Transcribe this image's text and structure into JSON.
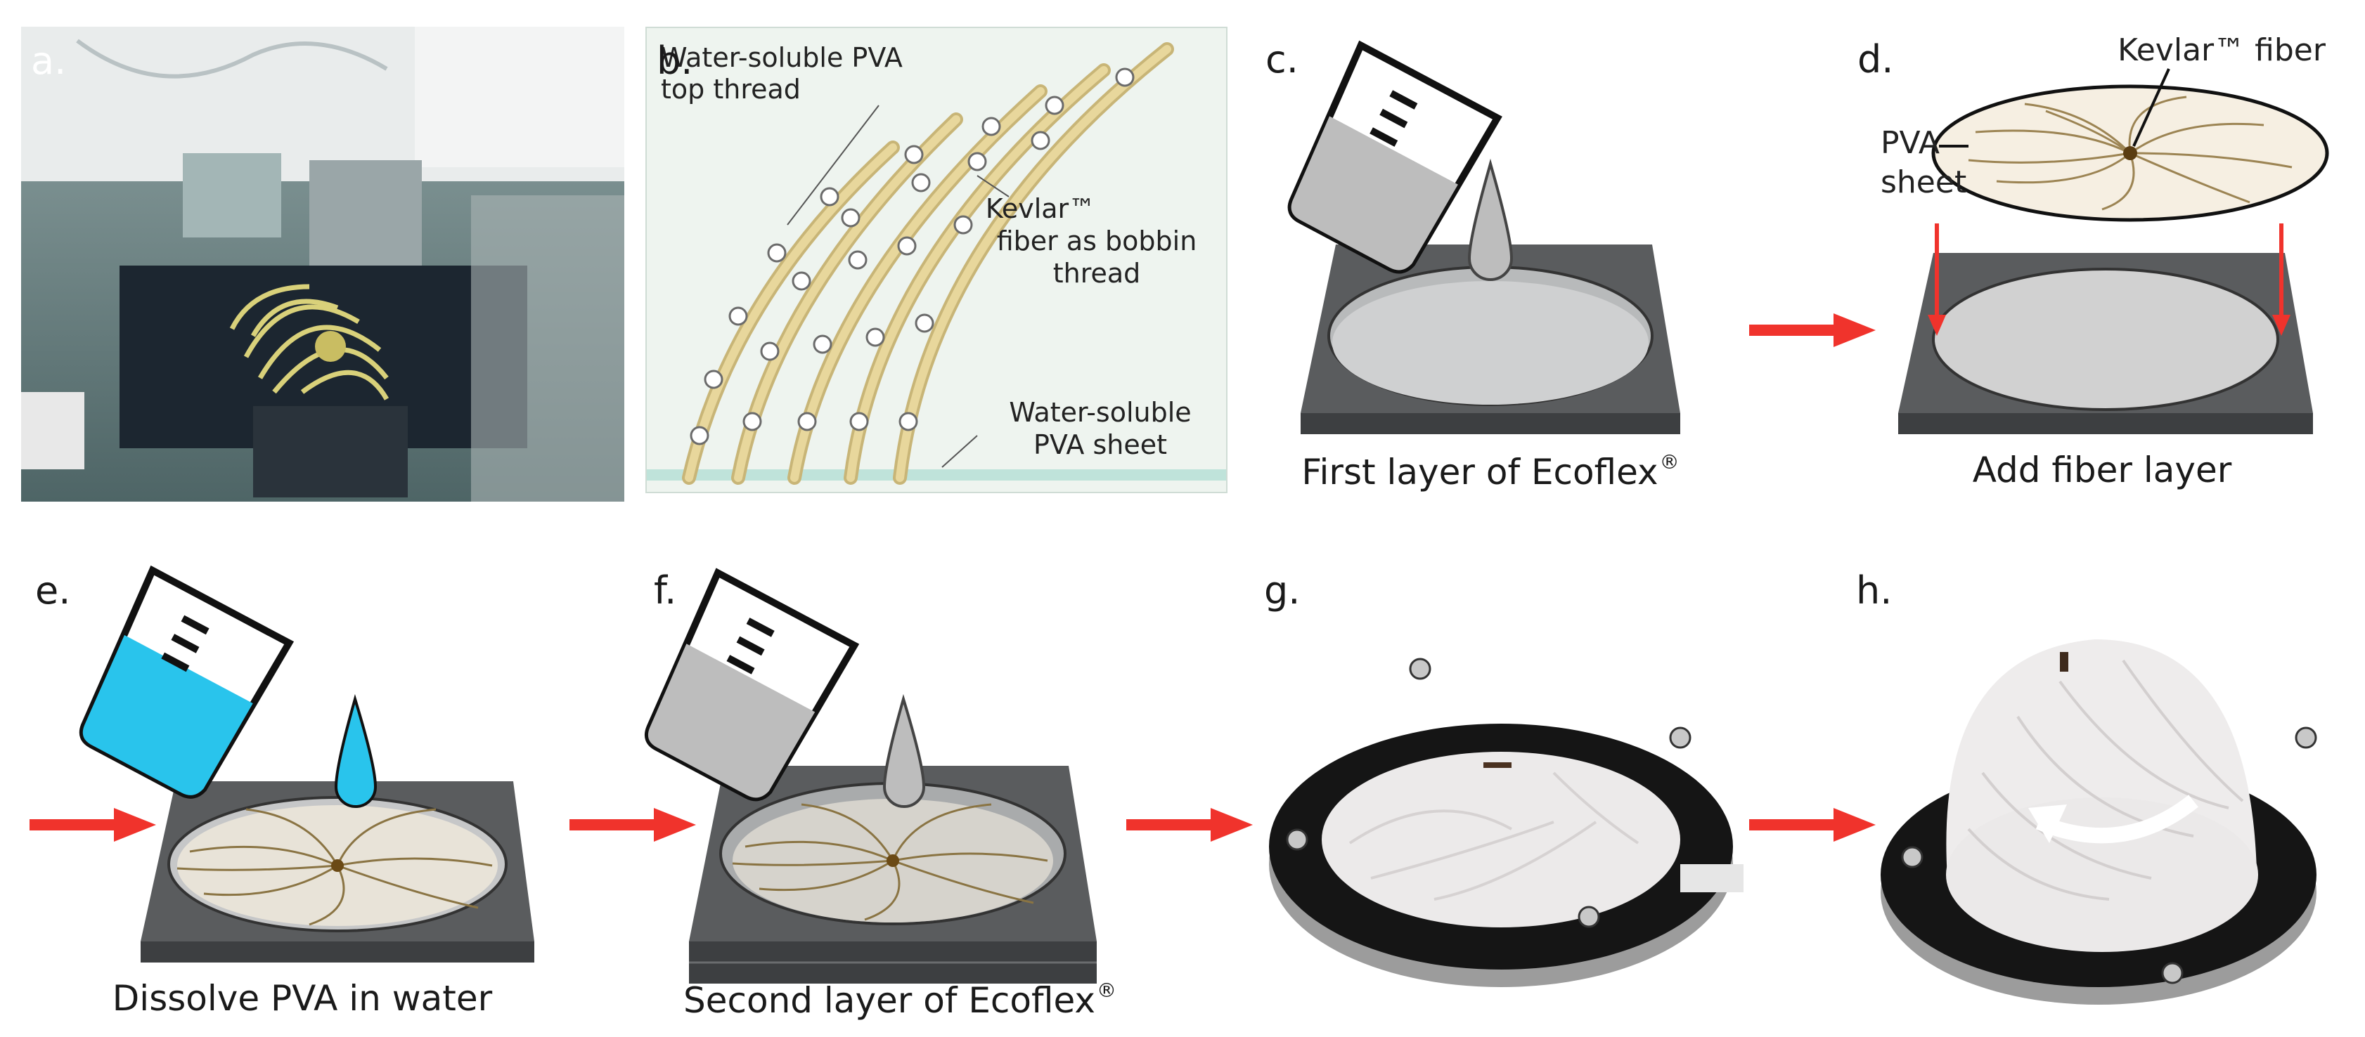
{
  "panels": {
    "a": {
      "label": "a."
    },
    "b": {
      "label": "b.",
      "annotations": {
        "top_thread": [
          "Water-soluble PVA",
          "top thread"
        ],
        "bobbin": [
          "Kevlar™",
          "fiber as bobbin",
          "thread"
        ],
        "sheet": [
          "Water-soluble",
          "PVA sheet"
        ]
      }
    },
    "c": {
      "label": "c.",
      "caption": "First layer of Ecoflex",
      "caption_mark": "®"
    },
    "d": {
      "label": "d.",
      "caption": "Add fiber layer",
      "annotations": {
        "fiber": "Kevlar™ fiber",
        "pva": [
          "PVA",
          "sheet"
        ]
      }
    },
    "e": {
      "label": "e.",
      "caption": "Dissolve PVA in water"
    },
    "f": {
      "label": "f.",
      "caption": "Second layer of Ecoflex",
      "caption_mark": "®"
    },
    "g": {
      "label": "g."
    },
    "h": {
      "label": "h."
    }
  },
  "colors": {
    "arrow": "#f0332c",
    "mold_dark": "#5a5c5e",
    "mold_edge": "#3d3f41",
    "silicone": "#c9c9c9",
    "water": "#29c4ec",
    "fiber": "#7a5c2a",
    "kevlar": "#e6d59a",
    "sheet": "#bfe3da"
  }
}
